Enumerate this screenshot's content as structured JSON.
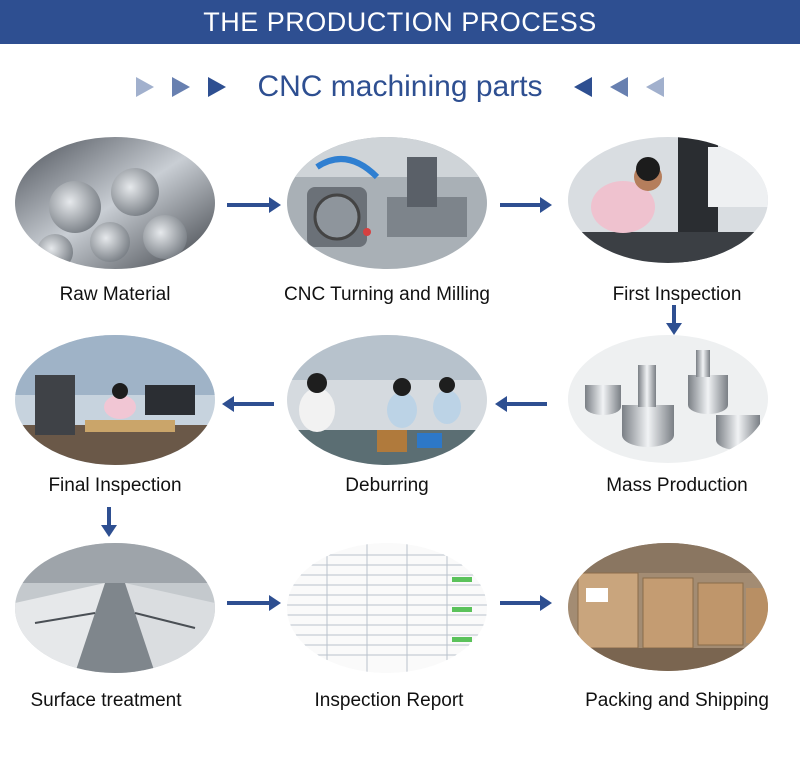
{
  "header": {
    "title": "THE PRODUCTION PROCESS"
  },
  "subtitle": {
    "text": "CNC machining parts"
  },
  "colors": {
    "brand": "#2e4f91",
    "text": "#111111"
  },
  "steps": [
    {
      "label": "Raw Material",
      "image": "steel-bars-photo"
    },
    {
      "label": "CNC Turning and Milling",
      "image": "cnc-lathe-photo"
    },
    {
      "label": "First Inspection",
      "image": "inspector-photo"
    },
    {
      "label": "Mass Production",
      "image": "metal-parts-photo"
    },
    {
      "label": "Deburring",
      "image": "workers-photo"
    },
    {
      "label": "Final Inspection",
      "image": "cmm-room-photo"
    },
    {
      "label": "Surface treatment",
      "image": "plating-line-photo"
    },
    {
      "label": "Inspection Report",
      "image": "report-sheet-photo"
    },
    {
      "label": "Packing and Shipping",
      "image": "cartons-pallets-photo"
    }
  ]
}
